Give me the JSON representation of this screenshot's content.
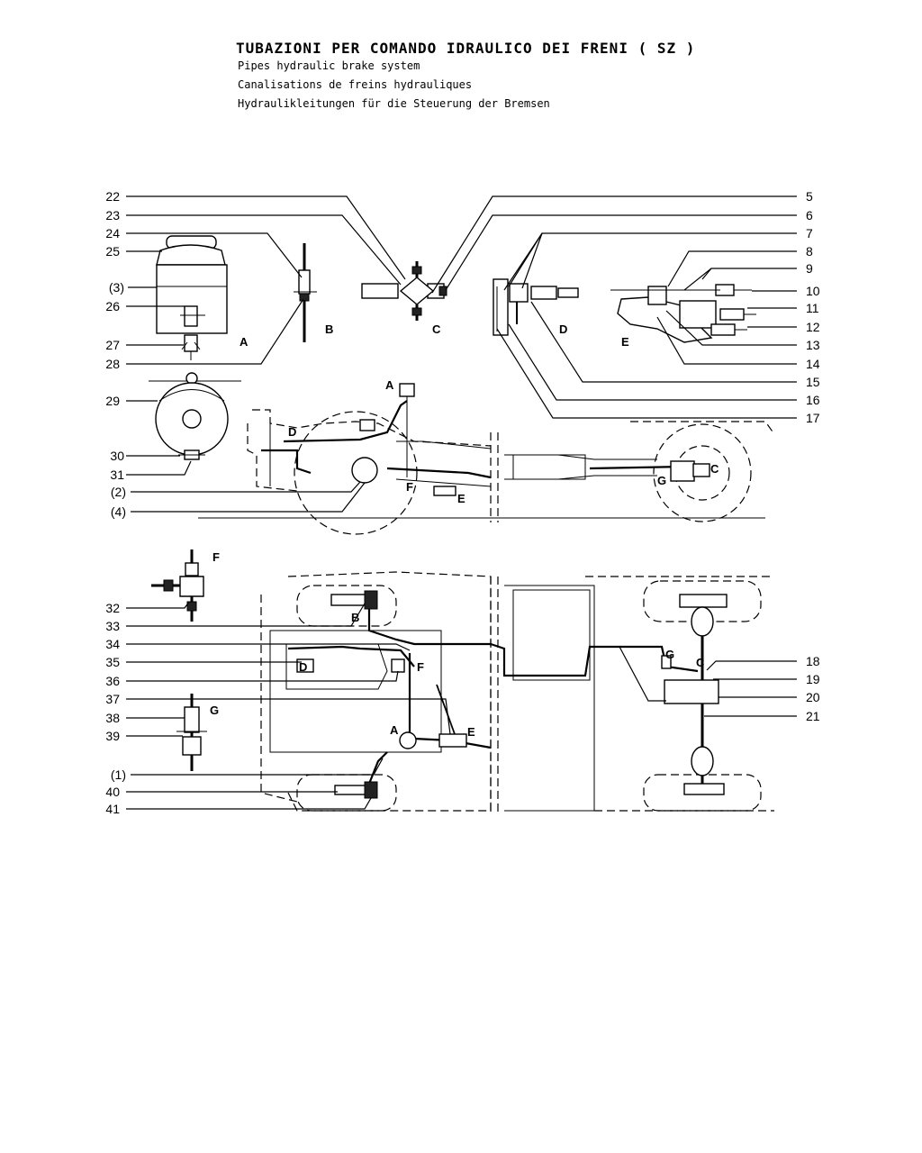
{
  "title": "TUBAZIONI PER COMANDO IDRAULICO DEI FRENI ( SZ )",
  "subtitles": [
    "Pipes hydraulic brake system",
    "Canalisations de freins hydrauliques",
    "Hydraulikleitungen für die Steuerung der Bremsen"
  ],
  "part_labels": {
    "n1": "(1)",
    "n2": "(2)",
    "n3": "(3)",
    "n4": "(4)",
    "n5": "5",
    "n6": "6",
    "n7": "7",
    "n8": "8",
    "n9": "9",
    "n10": "10",
    "n11": "11",
    "n12": "12",
    "n13": "13",
    "n14": "14",
    "n15": "15",
    "n16": "16",
    "n17": "17",
    "n18": "18",
    "n19": "19",
    "n20": "20",
    "n21": "21",
    "n22": "22",
    "n23": "23",
    "n24": "24",
    "n25": "25",
    "n26": "26",
    "n27": "27",
    "n28": "28",
    "n29": "29",
    "n30": "30",
    "n31": "31",
    "n32": "32",
    "n33": "33",
    "n34": "34",
    "n35": "35",
    "n36": "36",
    "n37": "37",
    "n38": "38",
    "n39": "39",
    "n40": "40",
    "n41": "41"
  },
  "detail_letters": {
    "A": "A",
    "B": "B",
    "C": "C",
    "D": "D",
    "E": "E",
    "F": "F",
    "G": "G"
  }
}
